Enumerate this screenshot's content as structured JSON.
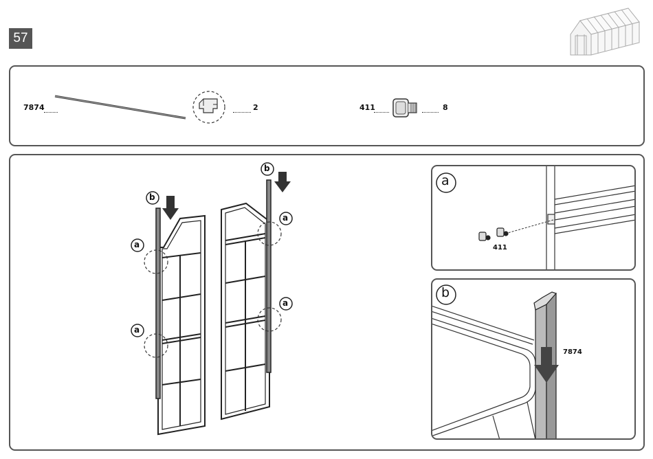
{
  "step": {
    "number": "57"
  },
  "parts": {
    "rod": {
      "code": "7874"
    },
    "clip": {
      "quantity": "2"
    },
    "bolt": {
      "code": "411",
      "quantity": "8"
    }
  },
  "callouts": {
    "a": "a",
    "b": "b"
  },
  "detail_a": {
    "title": "a",
    "part_label": "411"
  },
  "detail_b": {
    "title": "b",
    "part_label": "7874"
  }
}
